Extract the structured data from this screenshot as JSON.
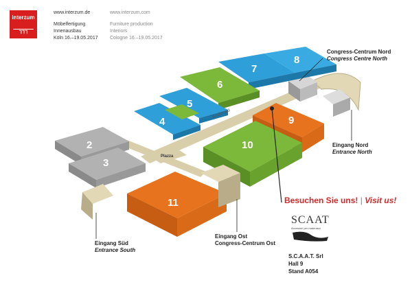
{
  "header": {
    "logo_text": "interzum",
    "de": {
      "url": "www.interzum.de",
      "line1": "Möbelfertigung",
      "line2": "Innenausbau",
      "date": "Köln  16.–19.05.2017"
    },
    "en": {
      "url": "www.interzum.com",
      "line1": "Furniture production",
      "line2": "Interiors",
      "date": "Cologne  16.–19.05.2017"
    }
  },
  "halls": [
    "2",
    "3",
    "4",
    "5",
    "6",
    "7",
    "8",
    "9",
    "10",
    "11"
  ],
  "map_labels": {
    "boulevard": "Boulevard",
    "plazza": "Plazza"
  },
  "labels": {
    "congress_nord": "Congress-Centrum Nord",
    "congress_nord_en": "Congress Centre North",
    "eingang_nord": "Eingang Nord",
    "eingang_nord_en": "Entrance North",
    "eingang_sued": "Eingang Süd",
    "eingang_sued_en": "Entrance South",
    "eingang_ost": "Eingang Ost",
    "eingang_ost_2": "Congress-Centrum Ost"
  },
  "visit": {
    "de": "Besuchen Sie uns!",
    "sep": "|",
    "en": "Visit us!"
  },
  "exhibitor": {
    "logo_text": "SCAAT",
    "logo_sub": "Accessori per materassi",
    "name": "S.C.A.A.T. Srl",
    "hall": "Hall 9",
    "stand": "Stand A054"
  },
  "colors": {
    "blue": "#2e9fd8",
    "green": "#7cb93a",
    "orange": "#e8731f",
    "grey": "#b2b2b2",
    "beige": "#d9ceaa",
    "red": "#d12a2a"
  }
}
